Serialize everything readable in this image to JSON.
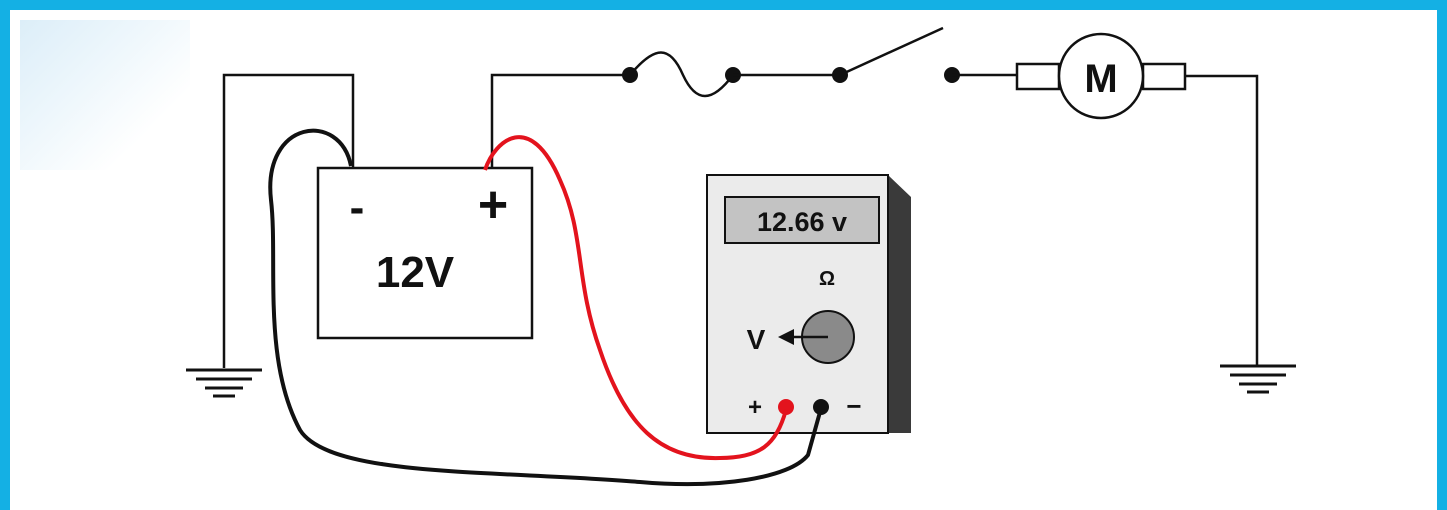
{
  "battery": {
    "negative": "-",
    "positive": "+",
    "voltage": "12V"
  },
  "motor": {
    "label": "M"
  },
  "meter": {
    "display": "12.66 v",
    "ohm_symbol": "Ω",
    "volt_symbol": "V",
    "plus_terminal": "+",
    "minus_terminal": "−"
  },
  "colors": {
    "frame": "#14b0e4",
    "red_lead": "#e3131d",
    "black_lead": "#111111",
    "meter_display": "#c3c3c3",
    "meter_dial": "#8a8a8a"
  },
  "icons": [
    "ground-icon",
    "fuse-icon",
    "switch-icon",
    "motor-icon",
    "battery-icon",
    "multimeter-icon"
  ]
}
